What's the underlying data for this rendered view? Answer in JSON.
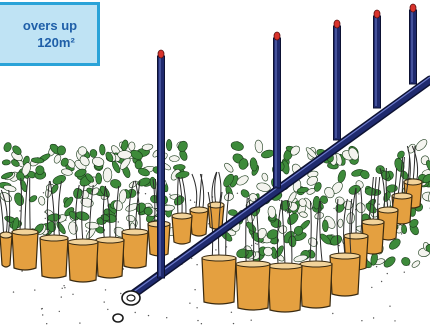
{
  "badge": {
    "line1": "overs up",
    "line2": "120m²"
  },
  "colors": {
    "badge_fill": "#bfe3f4",
    "badge_border": "#2aa3d8",
    "badge_text": "#1f5fa8",
    "pipe": "#1f2a6e",
    "emitter_tip": "#d8322b",
    "pot": "#e4a040",
    "leaf": "#3d8a3a"
  },
  "icons": [
    "drip-irrigation-illustration",
    "drip-emitter-icon",
    "potted-plant-icon",
    "pipe-coupling-icon"
  ]
}
